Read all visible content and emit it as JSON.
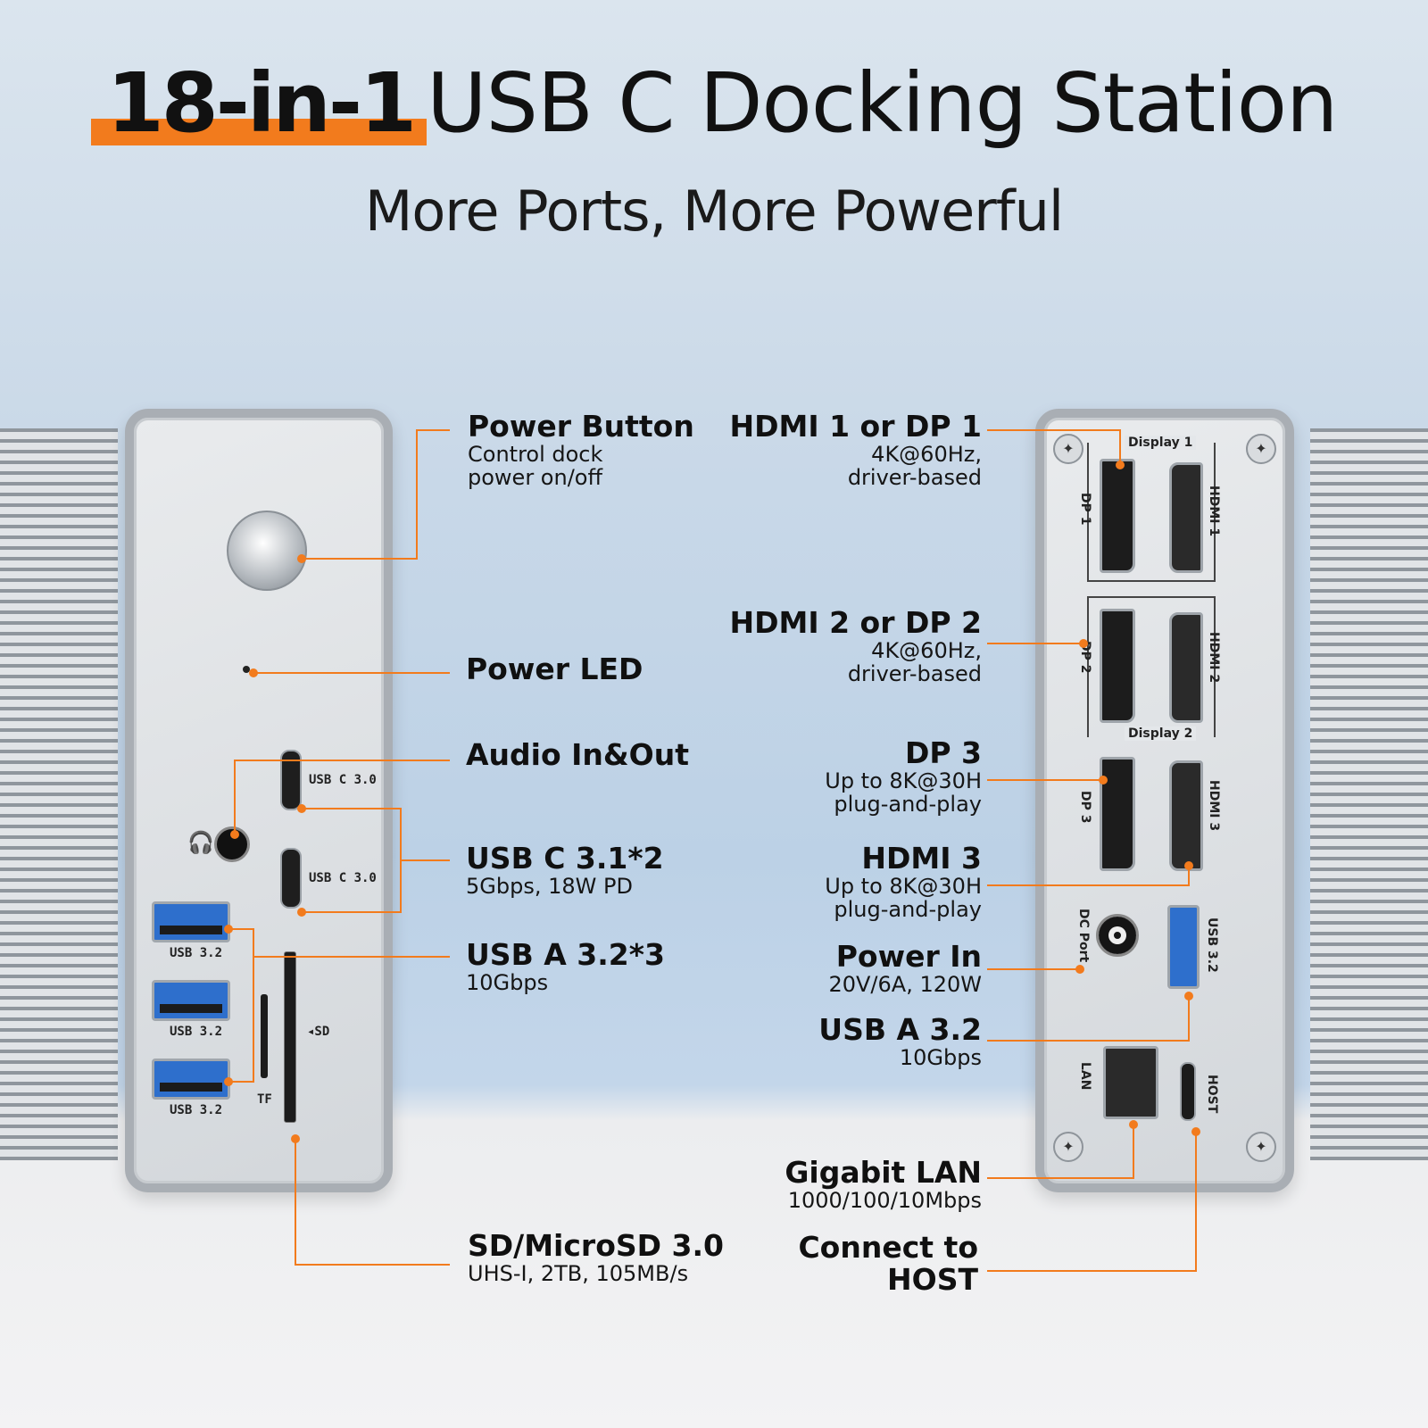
{
  "header": {
    "title_highlight": "18-in-1",
    "title_rest": "USB C Docking Station",
    "subtitle": "More Ports, More Powerful"
  },
  "colors": {
    "accent": "#f27b1d",
    "port_blue": "#2e6fcc",
    "panel": "#dfe2e5"
  },
  "front_panel": {
    "port_labels": {
      "usbc_top": "USB C 3.0",
      "usbc_bottom": "USB C 3.0",
      "usba_1": "USB 3.2",
      "usba_2": "USB 3.2",
      "usba_3": "USB 3.2",
      "sd": "◂SD",
      "tf": "TF"
    },
    "callouts": {
      "power_button": {
        "title": "Power Button",
        "line1": "Control dock",
        "line2": "power on/off"
      },
      "power_led": {
        "title": "Power LED"
      },
      "audio": {
        "title": "Audio In&Out"
      },
      "usbc": {
        "title": "USB C 3.1*2",
        "desc": "5Gbps, 18W PD"
      },
      "usba": {
        "title": "USB A 3.2*3",
        "desc": "10Gbps"
      },
      "sd": {
        "title": "SD/MicroSD 3.0",
        "desc": "UHS-I, 2TB, 105MB/s"
      }
    }
  },
  "rear_panel": {
    "port_labels": {
      "display1": "Display 1",
      "display2": "Display 2",
      "dp1": "DP 1",
      "dp2": "DP 2",
      "dp3": "DP 3",
      "hdmi1": "HDMI 1",
      "hdmi2": "HDMI 2",
      "hdmi3": "HDMI 3",
      "dc": "DC Port",
      "usb32": "USB 3.2",
      "lan": "LAN",
      "host": "HOST"
    },
    "callouts": {
      "hdmi1_dp1": {
        "title": "HDMI 1 or DP 1",
        "line1": "4K@60Hz,",
        "line2": "driver-based"
      },
      "hdmi2_dp2": {
        "title": "HDMI 2 or DP 2",
        "line1": "4K@60Hz,",
        "line2": "driver-based"
      },
      "dp3": {
        "title": "DP 3",
        "line1": "Up to 8K@30H",
        "line2": "plug-and-play"
      },
      "hdmi3": {
        "title": "HDMI 3",
        "line1": "Up to 8K@30H",
        "line2": "plug-and-play"
      },
      "power_in": {
        "title": "Power In",
        "desc": "20V/6A, 120W"
      },
      "usba32": {
        "title": "USB A 3.2",
        "desc": "10Gbps"
      },
      "lan": {
        "title": "Gigabit LAN",
        "desc": "1000/100/10Mbps"
      },
      "host": {
        "line1": "Connect to",
        "line2": "HOST"
      }
    }
  }
}
